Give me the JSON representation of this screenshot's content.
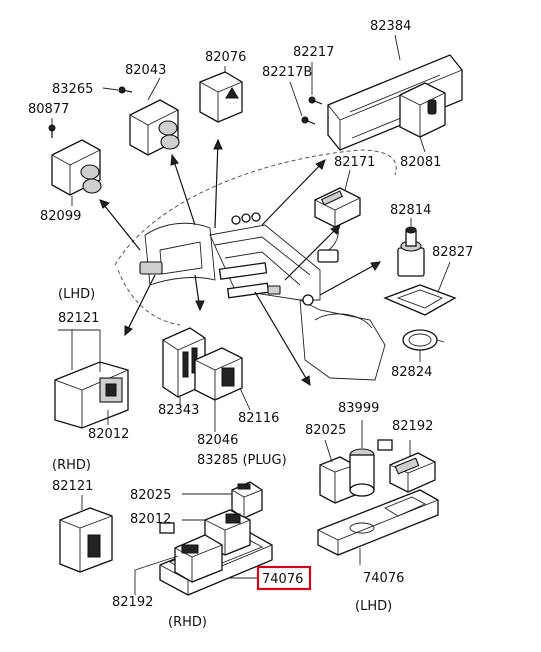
{
  "labels": {
    "p82384": "82384",
    "p82217": "82217",
    "p82217B": "82217B",
    "p82081": "82081",
    "p82076": "82076",
    "p82043": "82043",
    "p83265": "83265",
    "p80877": "80877",
    "p82099": "82099",
    "p82171": "82171",
    "p82814": "82814",
    "p82827": "82827",
    "p82824": "82824",
    "lhd_top": "(LHD)",
    "p82121_lhd": "82121",
    "p82012_lhd": "82012",
    "p82343": "82343",
    "p82116": "82116",
    "p82046": "82046",
    "p83285": "83285 (PLUG)",
    "p83999": "83999",
    "p82025_lhd": "82025",
    "p82192_lhd": "82192",
    "p74076_lhd": "74076",
    "lhd_bottom": "(LHD)",
    "rhd_left": "(RHD)",
    "p82121_rhd": "82121",
    "p82025_rhd": "82025",
    "p82012_rhd": "82012",
    "p82192_rhd": "82192",
    "p74076_rhd": "74076",
    "rhd_bottom": "(RHD)"
  },
  "highlight": {
    "part": "74076",
    "color": "#d0021b"
  }
}
